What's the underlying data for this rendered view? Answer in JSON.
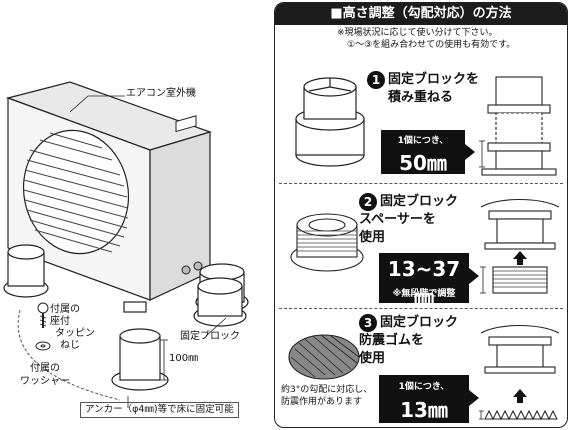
{
  "left": {
    "unit_label": "エアコン室外機",
    "fixed_block_label": "固定ブロック",
    "height_label": "100㎜",
    "seat_label_1": "付属の",
    "seat_label_2": "座付",
    "seat_label_3": "タッピン",
    "seat_label_4": "ねじ",
    "washer_label_1": "付属の",
    "washer_label_2": "ワッシャー",
    "anchor_note": "アンカー（φ4㎜)等で床に固定可能"
  },
  "right": {
    "header": "■高さ調整（勾配対応）の方法",
    "note_1": "※現場状況に応じて使い分けて下さい。",
    "note_2": "①～③を組み合わせての使用も有効です。",
    "steps": [
      {
        "num": "1",
        "title_1": "固定ブロックを",
        "title_2": "積み重ねる",
        "box_small": "1個につき、",
        "box_big": "50㎜"
      },
      {
        "num": "2",
        "title_1": "固定ブロック",
        "title_2": "スペーサーを",
        "title_3": "使用",
        "box_big": "13~37㎜",
        "box_note": "※無段階で調整"
      },
      {
        "num": "3",
        "title_1": "固定ブロック",
        "title_2": "防震ゴムを",
        "title_3": "使用",
        "side_note_1": "約3°の勾配に対応し、",
        "side_note_2": "防震作用があります",
        "box_small": "1個につき、",
        "box_big": "13㎜"
      }
    ]
  }
}
